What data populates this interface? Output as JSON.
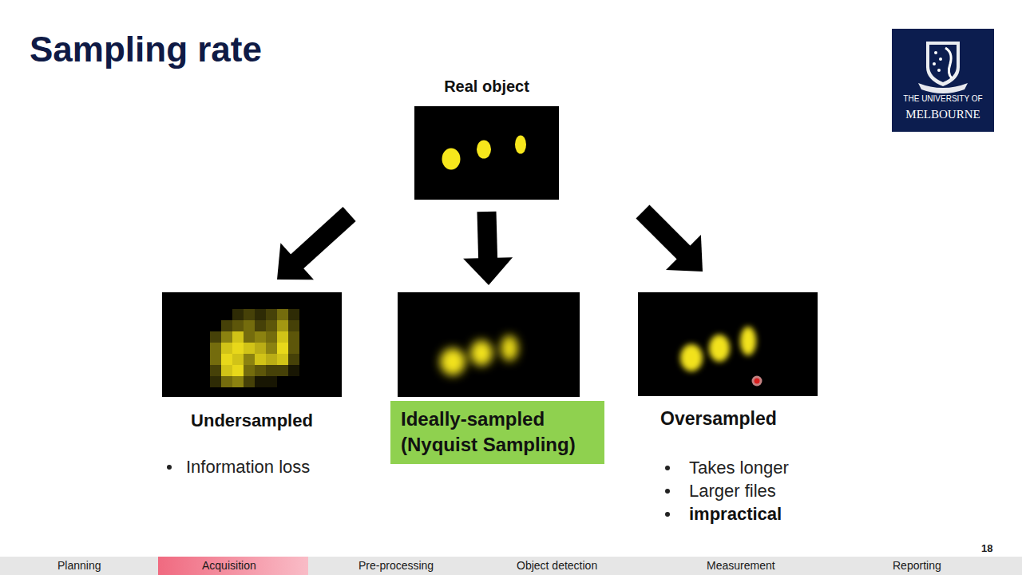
{
  "diagram": {
    "title": "Sampling rate",
    "nodes": [
      {
        "text": [
          "Real object"
        ]
      },
      {
        "text": [
          "Undersampled",
          "Information loss"
        ]
      },
      {
        "text": [
          "Ideally-sampled (Nyquist Sampling)"
        ]
      },
      {
        "text": [
          "Oversampled",
          "Takes longer",
          "Larger files",
          "impractical"
        ]
      },
      {
        "text": [
          "THE UNIVERSITY OF",
          "MELBOURNE"
        ]
      }
    ],
    "edges": [
      {
        "from": 0,
        "to": 1,
        "arrow": "to"
      },
      {
        "from": 0,
        "to": 2,
        "arrow": "to"
      },
      {
        "from": 0,
        "to": 3,
        "arrow": "to"
      }
    ],
    "labels": [
      "18",
      "Planning",
      "Acquisition",
      "Pre-processing",
      "Object detection",
      "Measurement",
      "Reporting"
    ]
  }
}
